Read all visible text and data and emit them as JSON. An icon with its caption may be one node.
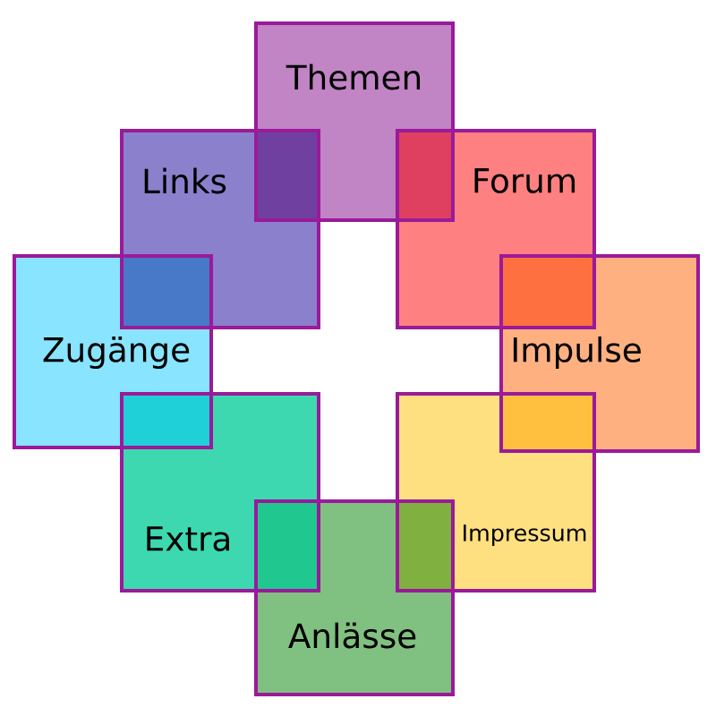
{
  "diagram": {
    "nodes": [
      {
        "text": [
          "Themen"
        ]
      },
      {
        "text": [
          "Links"
        ]
      },
      {
        "text": [
          "Forum"
        ]
      },
      {
        "text": [
          "Zugänge"
        ]
      },
      {
        "text": [
          "Impulse"
        ]
      },
      {
        "text": [
          "Extra"
        ]
      },
      {
        "text": [
          "Impressum"
        ]
      },
      {
        "text": [
          "Anlässe"
        ]
      }
    ]
  }
}
